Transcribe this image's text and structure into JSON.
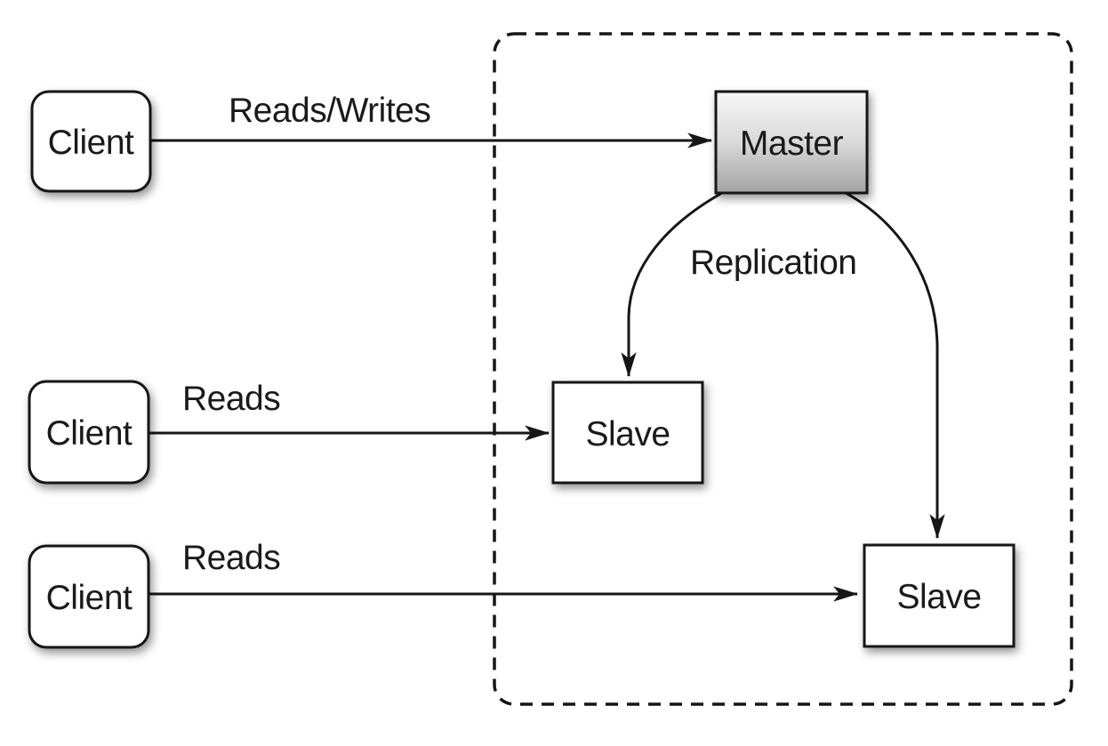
{
  "diagram": {
    "type": "architecture-diagram",
    "topic": "master-slave-replication",
    "nodes": [
      {
        "id": "client-1",
        "label": "Client",
        "shape": "rounded-rect"
      },
      {
        "id": "client-2",
        "label": "Client",
        "shape": "rounded-rect"
      },
      {
        "id": "client-3",
        "label": "Client",
        "shape": "rounded-rect"
      },
      {
        "id": "master",
        "label": "Master",
        "shape": "rect"
      },
      {
        "id": "slave-1",
        "label": "Slave",
        "shape": "rect"
      },
      {
        "id": "slave-2",
        "label": "Slave",
        "shape": "rect"
      }
    ],
    "edges": [
      {
        "from": "client-1",
        "to": "master",
        "label": "Reads/Writes"
      },
      {
        "from": "client-2",
        "to": "slave-1",
        "label": "Reads"
      },
      {
        "from": "client-3",
        "to": "slave-2",
        "label": "Reads"
      },
      {
        "from": "master",
        "to": "slave-1",
        "label": "Replication"
      },
      {
        "from": "master",
        "to": "slave-2",
        "label": ""
      }
    ],
    "cluster": {
      "contains": [
        "master",
        "slave-1",
        "slave-2"
      ],
      "border_style": "dashed"
    },
    "colors": {
      "background": "#ffffff",
      "stroke": "#161616",
      "node_fill": "#ffffff",
      "master_gradient_top": "#f8f8f8",
      "master_gradient_mid": "#d9d9d9",
      "master_gradient_bottom": "#a3a3a3",
      "text": "#1a1a1a"
    }
  }
}
